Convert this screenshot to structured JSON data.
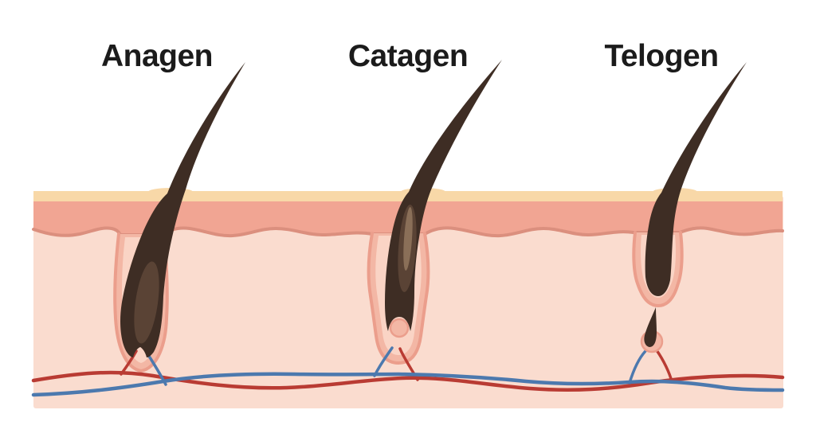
{
  "diagram": {
    "subject": "hair-growth-cycle",
    "phases": [
      {
        "label": "Anagen"
      },
      {
        "label": "Catagen"
      },
      {
        "label": "Telogen"
      }
    ]
  },
  "colors": {
    "background": "#FFFFFF",
    "label_text": "#1B1B1B",
    "surface_band": "#F8D8A8",
    "epidermis": "#F1A593",
    "epidermis_border": "#DB8F7E",
    "dermis": "#FADCCF",
    "follicle_outline": "#EB9E8C",
    "follicle_fill": "#F3B7A5",
    "follicle_inner": "#FAD4C5",
    "hair_dark": "#3E2D24",
    "hair_mid": "#5A4335",
    "hair_light": "#8A6F58",
    "artery": "#B93B33",
    "vein": "#4C79AE"
  }
}
